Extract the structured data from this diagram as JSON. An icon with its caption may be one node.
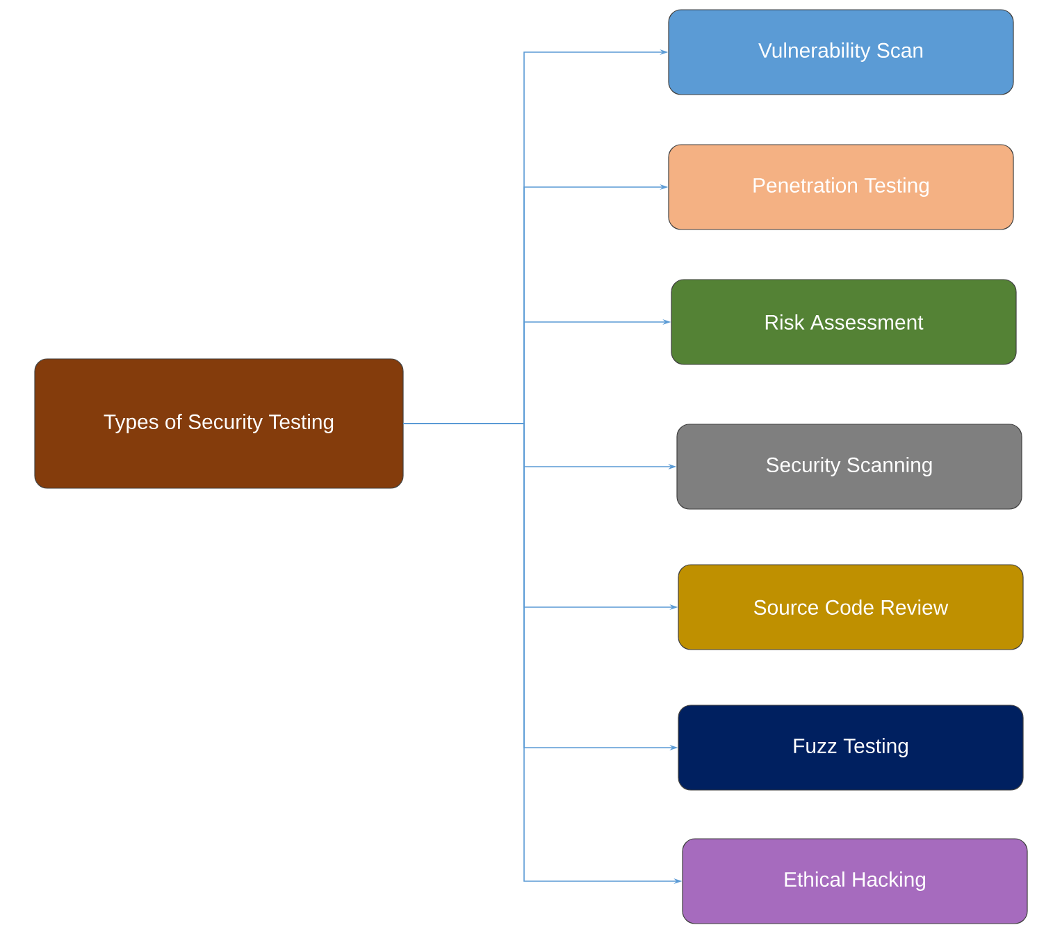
{
  "diagram": {
    "nodes": [
      {
        "text": [
          "Types of Security Testing"
        ]
      },
      {
        "text": [
          "Vulnerability Scan"
        ]
      },
      {
        "text": [
          "Penetration Testing"
        ]
      },
      {
        "text": [
          "Risk Assessment"
        ]
      },
      {
        "text": [
          "Security Scanning"
        ]
      },
      {
        "text": [
          "Source Code Review"
        ]
      },
      {
        "text": [
          "Fuzz Testing"
        ]
      },
      {
        "text": [
          "Ethical Hacking"
        ]
      }
    ],
    "edges": [
      {
        "from": 0,
        "to": 1,
        "arrow": "to"
      },
      {
        "from": 0,
        "to": 2,
        "arrow": "to"
      },
      {
        "from": 0,
        "to": 3,
        "arrow": "to"
      },
      {
        "from": 0,
        "to": 4,
        "arrow": "to"
      },
      {
        "from": 0,
        "to": 5,
        "arrow": "to"
      },
      {
        "from": 0,
        "to": 6,
        "arrow": "to"
      },
      {
        "from": 0,
        "to": 7,
        "arrow": "to"
      }
    ]
  }
}
